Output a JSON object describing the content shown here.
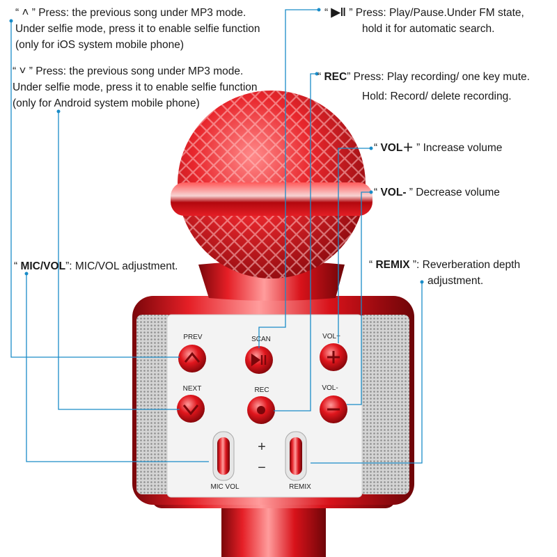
{
  "callouts": {
    "prev": {
      "symbol": "˄",
      "line1": "Press: the previous song under MP3 mode.",
      "line2": "Under selfie mode, press it to enable selfie function",
      "line3": "(only for iOS system mobile phone)"
    },
    "next": {
      "symbol": "˅",
      "line1": "Press: the previous song under MP3 mode.",
      "line2": "Under selfie mode, press it to enable selfie function",
      "line3": "(only for Android system mobile phone)"
    },
    "play": {
      "symbol": "▶‖",
      "line1": "Press: Play/Pause.Under FM state,",
      "line2": "hold it for automatic search."
    },
    "rec": {
      "key": "REC",
      "line1": "Press: Play recording/ one key mute.",
      "line2": "Hold: Record/ delete recording."
    },
    "vol_up": {
      "key": "VOL＋",
      "text": "Increase volume"
    },
    "vol_down": {
      "key": "VOL-",
      "text": "Decrease volume"
    },
    "micvol": {
      "key": "MIC/VOL",
      "text": ": MIC/VOL  adjustment."
    },
    "remix": {
      "key": "REMIX",
      "line1": ": Reverberation depth",
      "line2": "adjustment."
    }
  },
  "device": {
    "labels": {
      "prev": "PREV",
      "scan": "SCAN",
      "volplus": "VOL+",
      "next": "NEXT",
      "rec": "REC",
      "volminus": "VOL-",
      "micvol": "MIC VOL",
      "remix": "REMIX",
      "plus": "+",
      "minus": "−"
    },
    "colors": {
      "body_red": "#d8121a",
      "panel": "#f3f3f3",
      "grille": "#b9b9b9",
      "line": "#1a8cc8"
    }
  }
}
